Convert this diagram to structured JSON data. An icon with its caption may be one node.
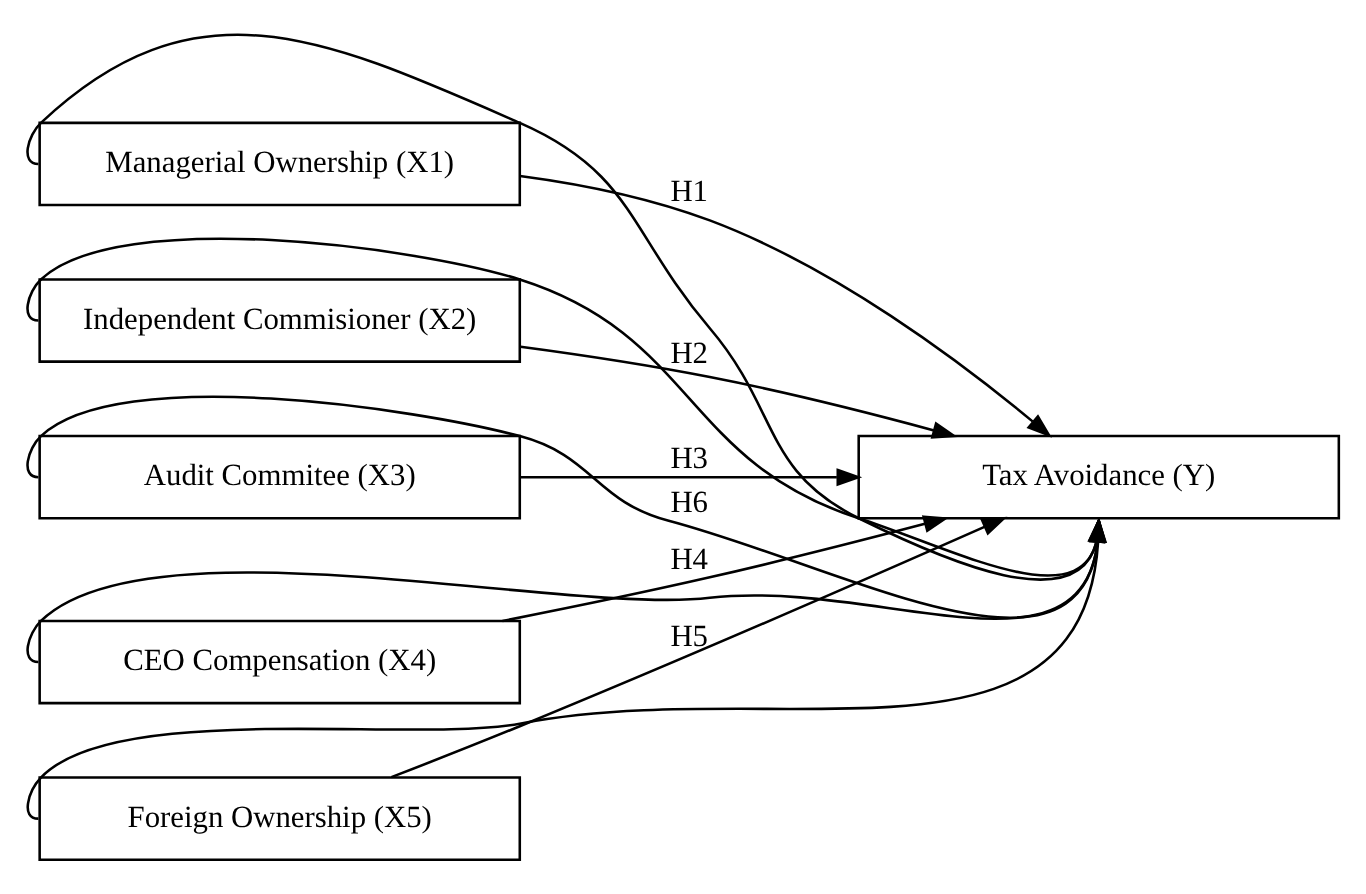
{
  "diagram": {
    "nodes": [
      {
        "text": [
          "Managerial Ownership (X1)"
        ]
      },
      {
        "text": [
          "Independent Commisioner (X2)"
        ]
      },
      {
        "text": [
          "Audit Commitee (X3)"
        ]
      },
      {
        "text": [
          "CEO Compensation (X4)"
        ]
      },
      {
        "text": [
          "Foreign Ownership (X5)"
        ]
      },
      {
        "text": [
          "Tax Avoidance (Y)"
        ]
      }
    ],
    "edges": [
      {
        "from": 0,
        "to": 5,
        "arrow": "to",
        "label": "H1"
      },
      {
        "from": 1,
        "to": 5,
        "arrow": "to",
        "label": "H2"
      },
      {
        "from": 2,
        "to": 5,
        "arrow": "to",
        "label": "H3"
      },
      {
        "from": 3,
        "to": 5,
        "arrow": "to",
        "label": "H4"
      },
      {
        "from": 4,
        "to": 5,
        "arrow": "to",
        "label": "H5"
      },
      {
        "from": 0,
        "to": 5,
        "arrow": "to"
      },
      {
        "from": 1,
        "to": 5,
        "arrow": "to"
      },
      {
        "from": 2,
        "to": 5,
        "arrow": "to",
        "label": "H6"
      },
      {
        "from": 3,
        "to": 5,
        "arrow": "to"
      },
      {
        "from": 4,
        "to": 5,
        "arrow": "to"
      }
    ]
  }
}
